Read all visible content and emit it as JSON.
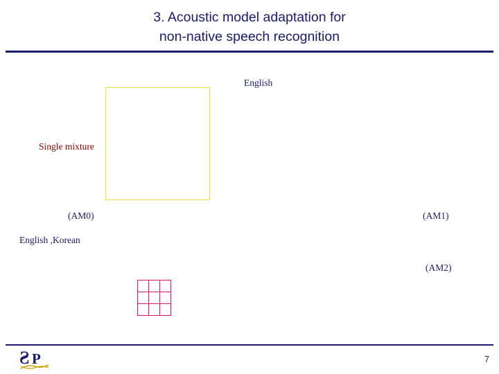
{
  "slide": {
    "title_line1": "3. Acoustic model adaptation for",
    "title_line2": "non-native speech recognition",
    "page_number": "7",
    "accent_color": "#1a1a6e",
    "box_color": "#f2e03a",
    "grid_color": "#d4146e",
    "highlight_color": "#8b0000"
  },
  "diagram": {
    "labels": {
      "english": "English",
      "single_mixture": "Single mixture",
      "am0": "(AM0)",
      "am1": "(AM1)",
      "english_korean": "English ,Korean",
      "am2": "(AM2)"
    }
  },
  "logo": {
    "letter_left": "S",
    "letter_right": "P"
  }
}
